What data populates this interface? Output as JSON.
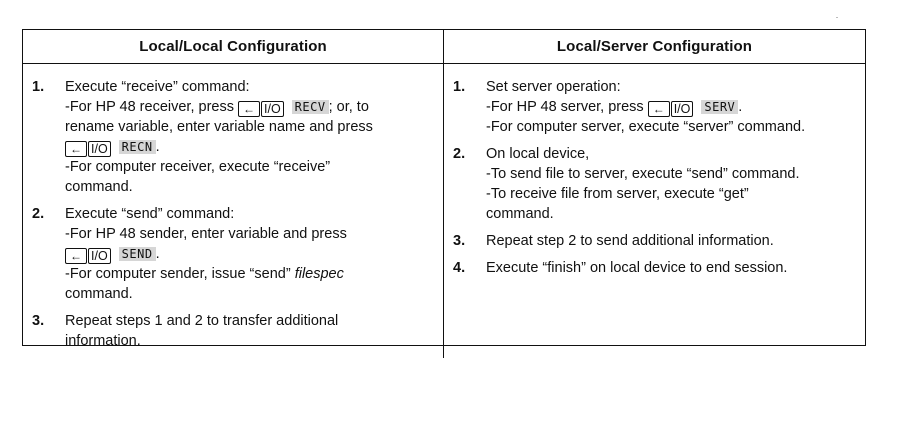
{
  "table": {
    "headers": [
      "Local/Local Configuration",
      "Local/Server Configuration"
    ],
    "key_labels": {
      "shift": "←",
      "io": "I/O"
    },
    "left_steps": [
      {
        "num": "1.",
        "lines": [
          [
            "Execute “receive” command:"
          ],
          [
            "-For HP 48 receiver, press ",
            "{shift}",
            "{io}",
            "{menu:RECV}",
            "; or, to"
          ],
          [
            "rename variable, enter variable name and press"
          ],
          [
            "{shift}",
            "{io}",
            "{menu:RECN}",
            "."
          ],
          [
            "-For computer receiver, execute “receive”"
          ],
          [
            "command."
          ]
        ]
      },
      {
        "num": "2.",
        "lines": [
          [
            "Execute “send” command:"
          ],
          [
            "-For HP 48 sender, enter variable and press"
          ],
          [
            "{shift}",
            "{io}",
            "{menu:SEND}",
            "."
          ],
          [
            "-For computer sender, issue “send” ",
            "{em:filespec}"
          ],
          [
            "command."
          ]
        ]
      },
      {
        "num": "3.",
        "lines": [
          [
            "Repeat steps 1 and 2 to transfer additional"
          ],
          [
            "information."
          ]
        ]
      }
    ],
    "right_steps": [
      {
        "num": "1.",
        "lines": [
          [
            "Set server operation:"
          ],
          [
            "-For HP 48 server, press ",
            "{shift}",
            "{io}",
            "{menu:SERV}",
            "."
          ],
          [
            "-For computer server, execute “server” command."
          ]
        ]
      },
      {
        "num": "2.",
        "lines": [
          [
            "On local device,"
          ],
          [
            "-To send file to server, execute “send” command."
          ],
          [
            "-To receive file from server, execute “get”"
          ],
          [
            "command."
          ]
        ]
      },
      {
        "num": "3.",
        "lines": [
          [
            "Repeat step 2 to send additional information."
          ]
        ]
      },
      {
        "num": "4.",
        "lines": [
          [
            "Execute “finish” on local device to end session."
          ]
        ]
      }
    ]
  }
}
